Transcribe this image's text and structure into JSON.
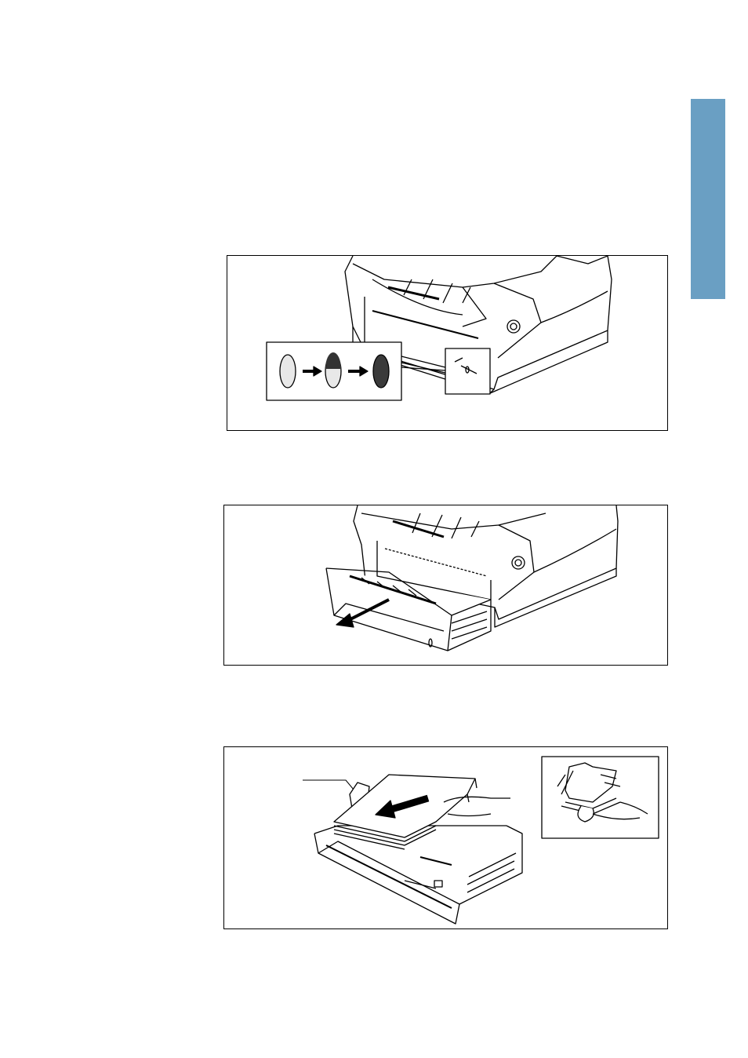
{
  "page": {
    "side_tab_color": "#6a9fc3"
  },
  "figures": [
    {
      "icon": "paper-level-indicator-icon",
      "level_states": [
        "full",
        "half",
        "empty"
      ]
    },
    {
      "icon": "pull-out-paper-tray-icon"
    },
    {
      "icon": "load-paper-into-tray-icon",
      "inset_icon": "fan-paper-stack-icon"
    }
  ]
}
